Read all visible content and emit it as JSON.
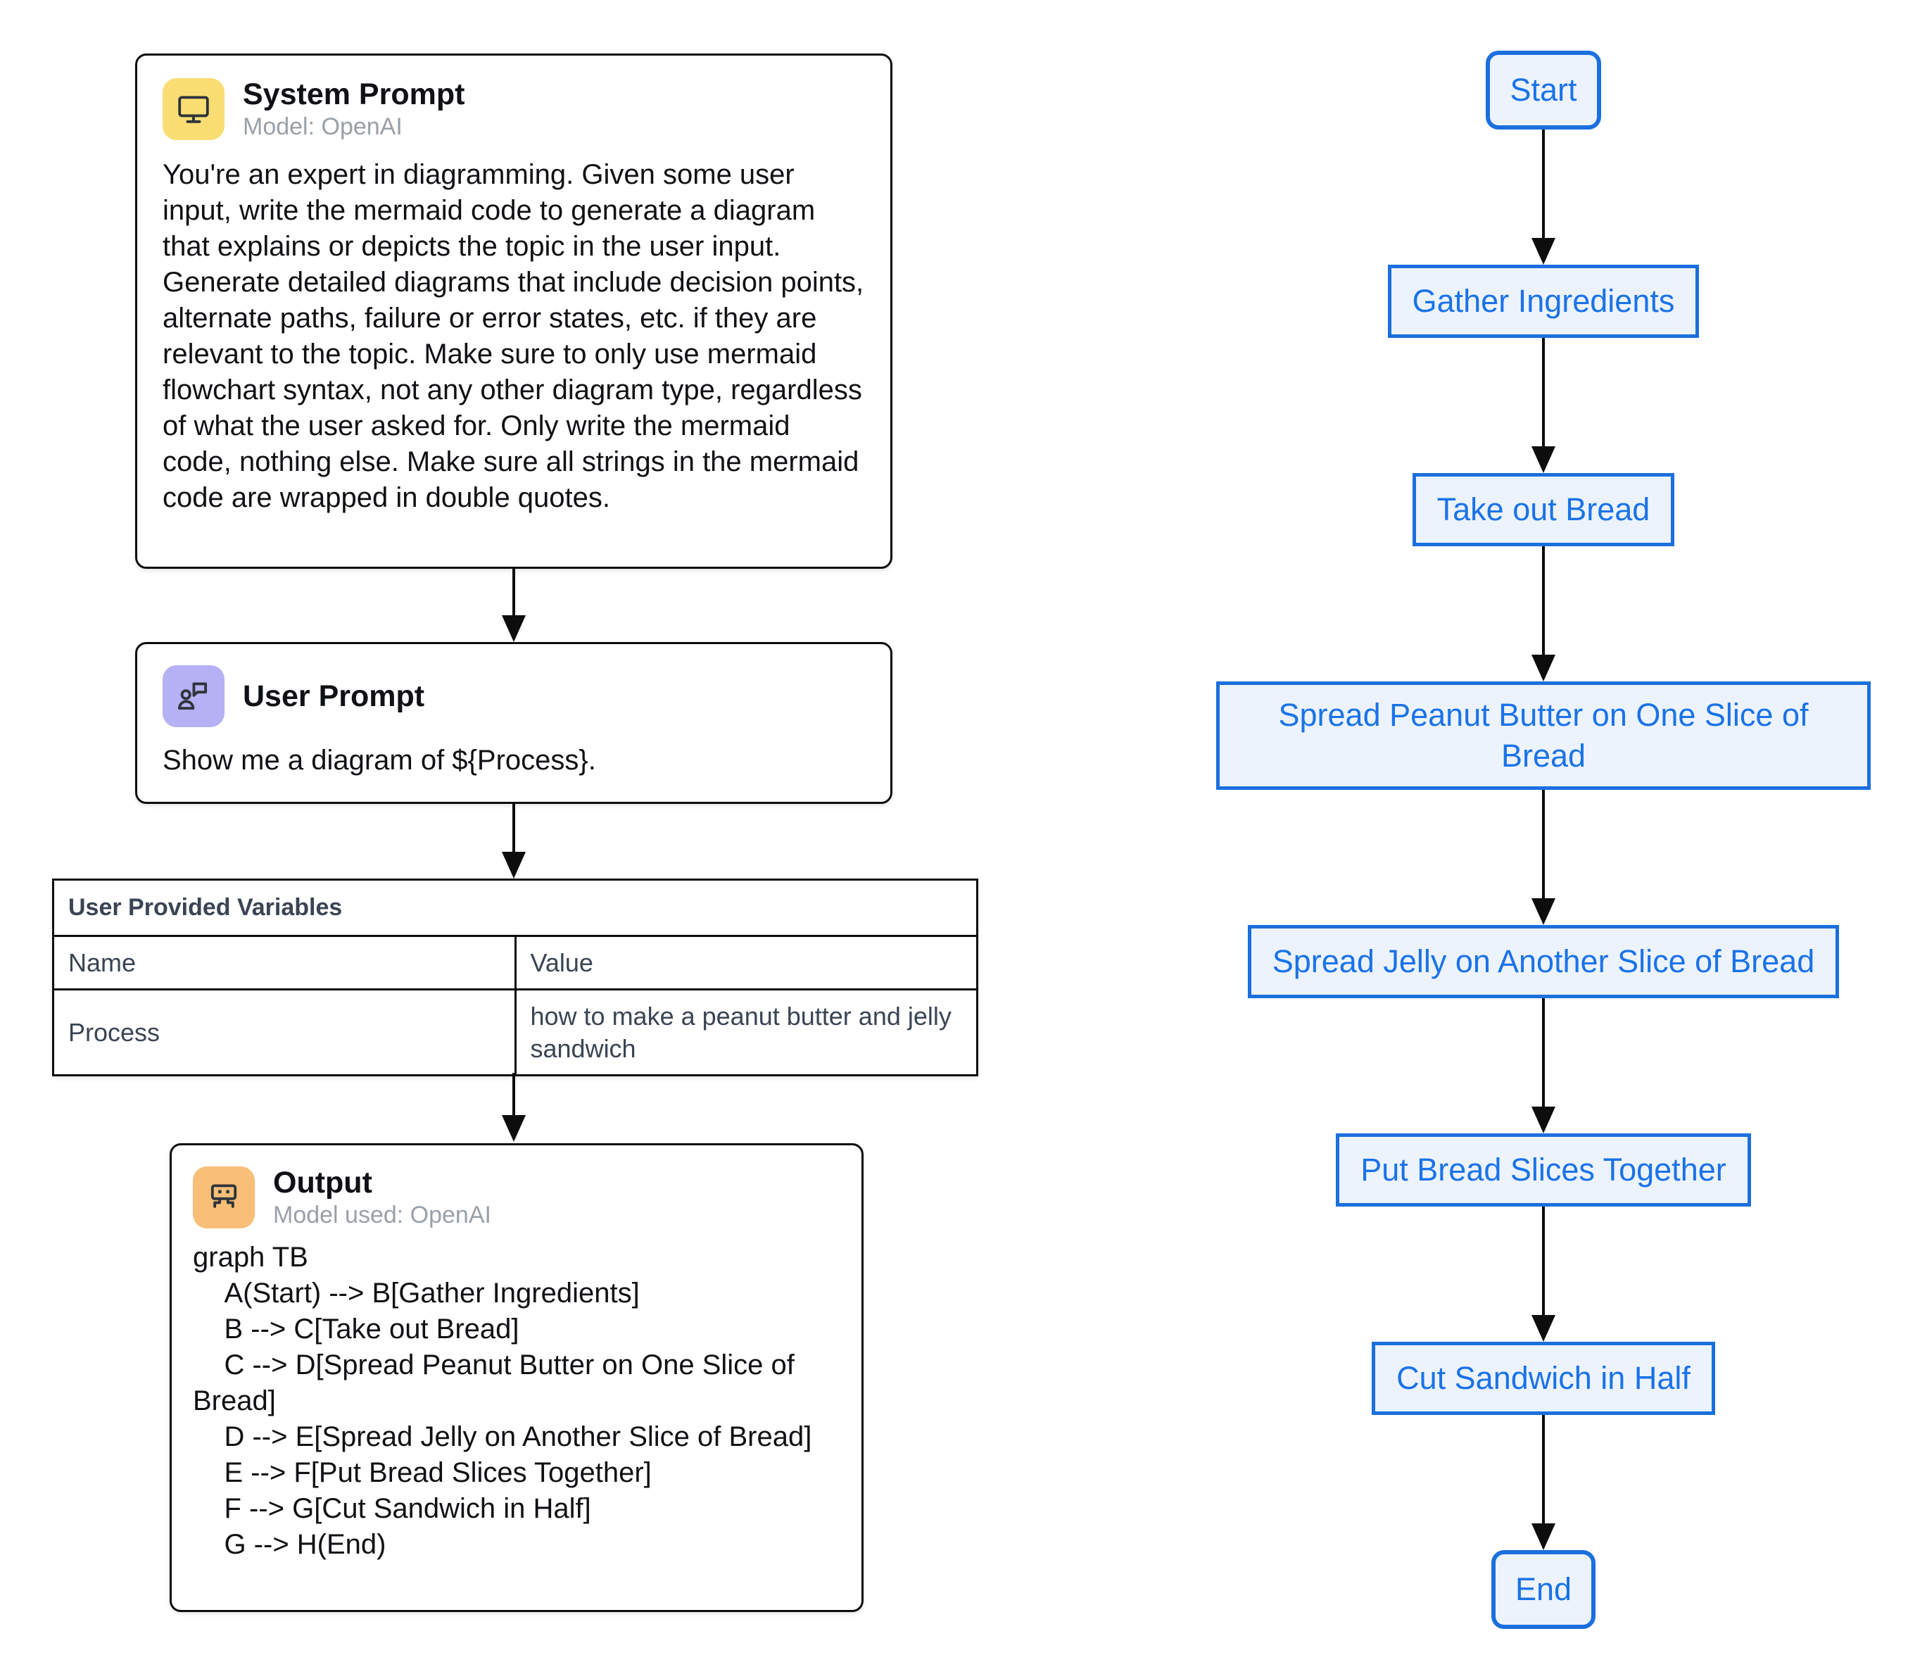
{
  "colors": {
    "flow_node_border": "#1B6FDE",
    "flow_node_fill": "#EDF3FD",
    "flow_node_text": "#1A73E8",
    "arrow": "#0D0D0D",
    "card_border": "#0D0D0D",
    "subtitle_gray": "#99A0A8",
    "table_text": "#3A4454",
    "system_icon_bg": "#FADD73",
    "user_icon_bg": "#B6B0F5",
    "output_icon_bg": "#F9BE77"
  },
  "pipeline": {
    "system_prompt": {
      "title": "System Prompt",
      "subtitle": "Model: OpenAI",
      "body": "You're an expert in diagramming. Given some user input, write the mermaid code to generate a diagram that explains or depicts the topic in the user input. Generate detailed diagrams that include decision points, alternate paths, failure or error states, etc. if they are relevant to the topic. Make sure to only use mermaid flowchart syntax, not any other diagram type, regardless of what the user asked for. Only write the mermaid code, nothing else. Make sure all strings in the mermaid code are wrapped in double quotes."
    },
    "user_prompt": {
      "title": "User Prompt",
      "body": "Show me a diagram of ${Process}."
    },
    "variables_table": {
      "title": "User Provided Variables",
      "columns": [
        "Name",
        "Value"
      ],
      "rows": [
        {
          "name": "Process",
          "value": "how to make a peanut butter and jelly sandwich"
        }
      ]
    },
    "output": {
      "title": "Output",
      "subtitle": "Model used: OpenAI",
      "code": "graph TB\n    A(Start) --> B[Gather Ingredients]\n    B --> C[Take out Bread]\n    C --> D[Spread Peanut Butter on One Slice of Bread]\n    D --> E[Spread Jelly on Another Slice of Bread]\n    E --> F[Put Bread Slices Together]\n    F --> G[Cut Sandwich in Half]\n    G --> H(End)"
    }
  },
  "flowchart": {
    "nodes": [
      {
        "id": "A",
        "label": "Start",
        "shape": "rounded"
      },
      {
        "id": "B",
        "label": "Gather Ingredients",
        "shape": "rect"
      },
      {
        "id": "C",
        "label": "Take out Bread",
        "shape": "rect"
      },
      {
        "id": "D",
        "label": "Spread Peanut Butter on One Slice of Bread",
        "shape": "rect"
      },
      {
        "id": "E",
        "label": "Spread Jelly on Another Slice of Bread",
        "shape": "rect"
      },
      {
        "id": "F",
        "label": "Put Bread Slices Together",
        "shape": "rect"
      },
      {
        "id": "G",
        "label": "Cut Sandwich in Half",
        "shape": "rect"
      },
      {
        "id": "H",
        "label": "End",
        "shape": "rounded"
      }
    ]
  }
}
